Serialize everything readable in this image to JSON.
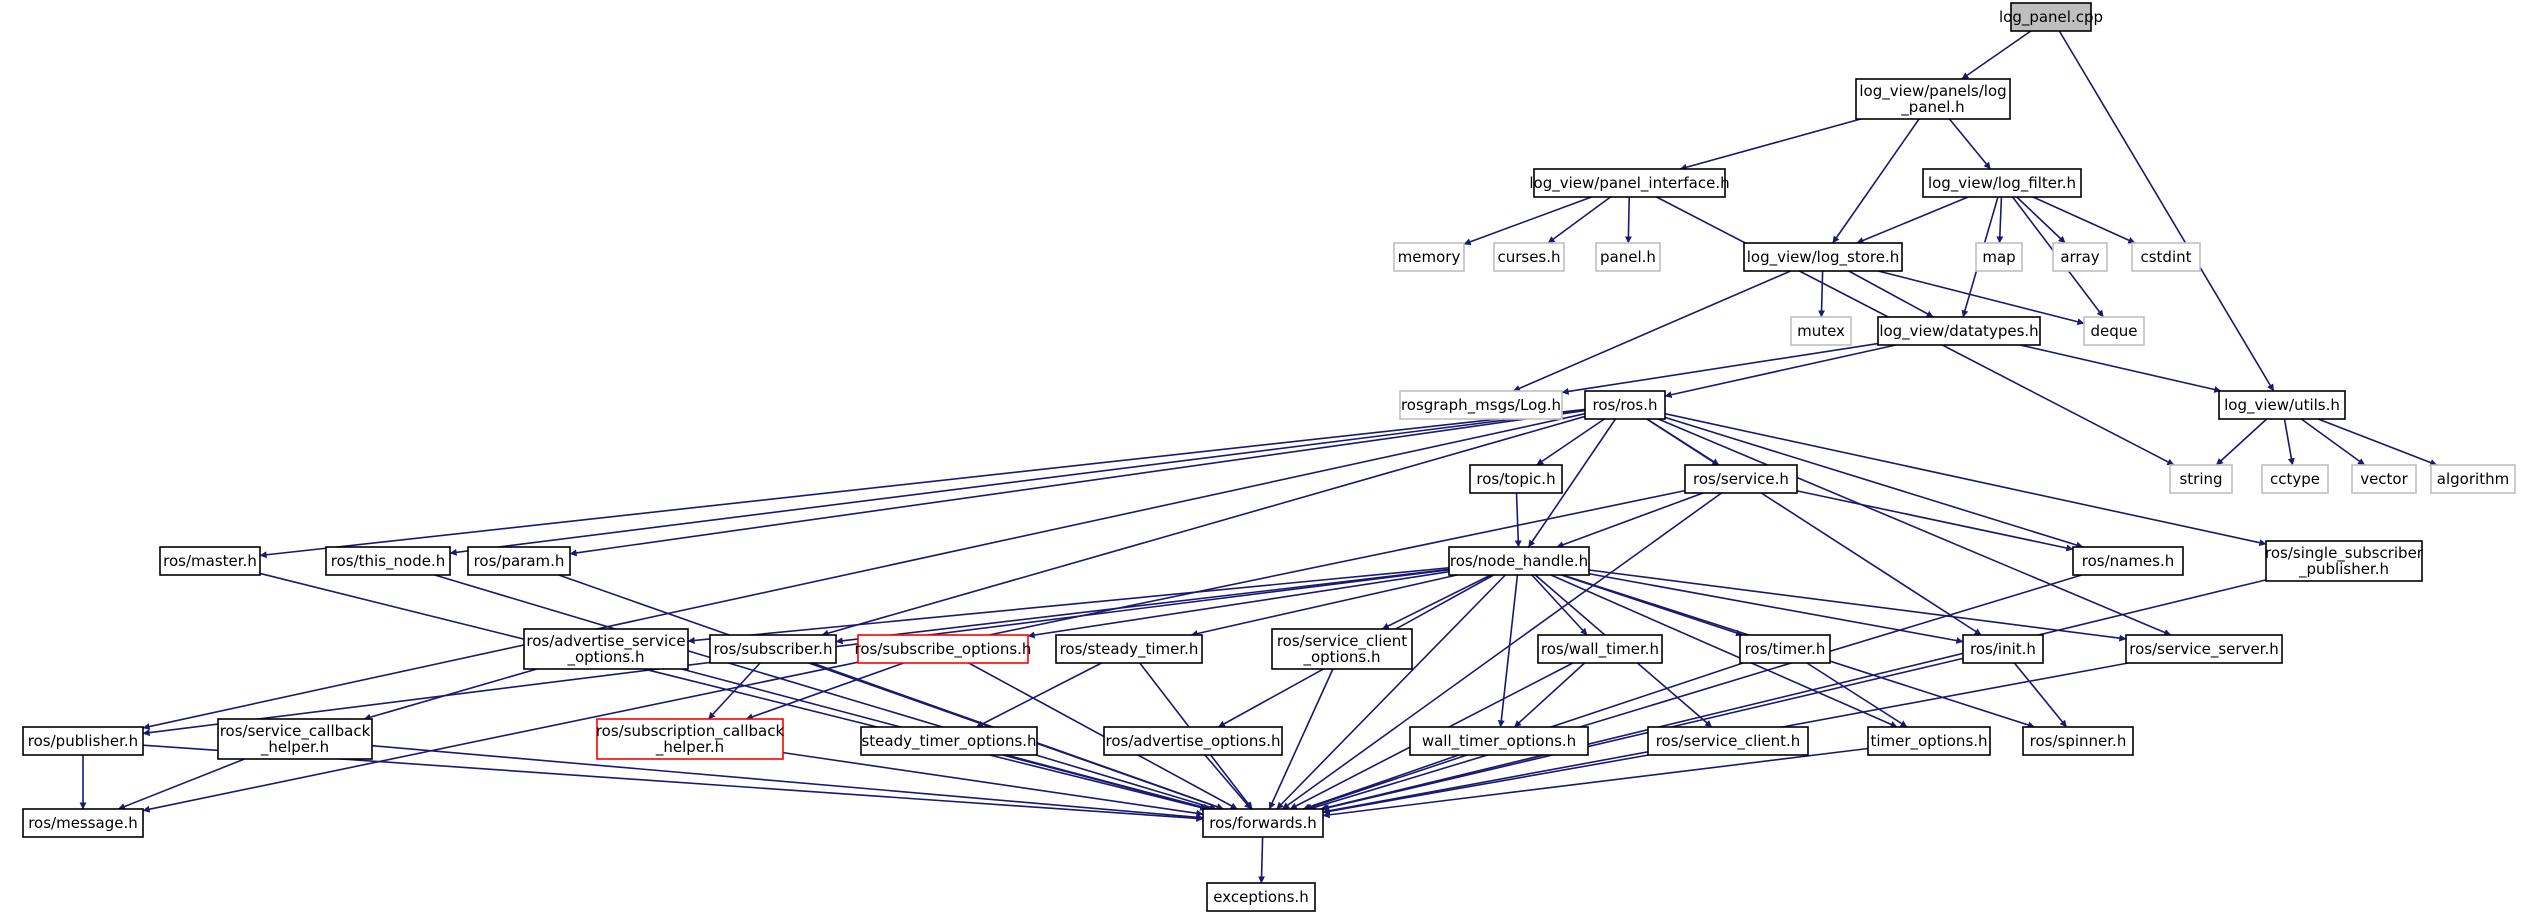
{
  "colors": {
    "edge": "#191970",
    "normal_border": "#000000",
    "system_border": "#bfbfbf",
    "system_text": "#8c8c8c",
    "missing_border": "#ff0000",
    "root_fill": "#bfbfbf"
  },
  "nodes": [
    {
      "id": "log_panel_cpp",
      "lines": [
        "log_panel.cpp"
      ],
      "kind": "root"
    },
    {
      "id": "panels_log_panel_h",
      "lines": [
        "log_view/panels/log",
        "_panel.h"
      ],
      "kind": "normal"
    },
    {
      "id": "panel_interface_h",
      "lines": [
        "log_view/panel_interface.h"
      ],
      "kind": "normal"
    },
    {
      "id": "log_filter_h",
      "lines": [
        "log_view/log_filter.h"
      ],
      "kind": "normal"
    },
    {
      "id": "memory",
      "lines": [
        "memory"
      ],
      "kind": "system"
    },
    {
      "id": "curses_h",
      "lines": [
        "curses.h"
      ],
      "kind": "system"
    },
    {
      "id": "panel_h",
      "lines": [
        "panel.h"
      ],
      "kind": "system"
    },
    {
      "id": "log_store_h",
      "lines": [
        "log_view/log_store.h"
      ],
      "kind": "normal"
    },
    {
      "id": "map",
      "lines": [
        "map"
      ],
      "kind": "system"
    },
    {
      "id": "array",
      "lines": [
        "array"
      ],
      "kind": "system"
    },
    {
      "id": "cstdint",
      "lines": [
        "cstdint"
      ],
      "kind": "system"
    },
    {
      "id": "mutex",
      "lines": [
        "mutex"
      ],
      "kind": "system"
    },
    {
      "id": "datatypes_h",
      "lines": [
        "log_view/datatypes.h"
      ],
      "kind": "normal"
    },
    {
      "id": "deque",
      "lines": [
        "deque"
      ],
      "kind": "system"
    },
    {
      "id": "rosgraph_log_h",
      "lines": [
        "rosgraph_msgs/Log.h"
      ],
      "kind": "system"
    },
    {
      "id": "ros_h",
      "lines": [
        "ros/ros.h"
      ],
      "kind": "normal"
    },
    {
      "id": "utils_h",
      "lines": [
        "log_view/utils.h"
      ],
      "kind": "normal"
    },
    {
      "id": "string",
      "lines": [
        "string"
      ],
      "kind": "system"
    },
    {
      "id": "cctype",
      "lines": [
        "cctype"
      ],
      "kind": "system"
    },
    {
      "id": "vector",
      "lines": [
        "vector"
      ],
      "kind": "system"
    },
    {
      "id": "algorithm",
      "lines": [
        "algorithm"
      ],
      "kind": "system"
    },
    {
      "id": "topic_h",
      "lines": [
        "ros/topic.h"
      ],
      "kind": "normal"
    },
    {
      "id": "service_h",
      "lines": [
        "ros/service.h"
      ],
      "kind": "normal"
    },
    {
      "id": "master_h",
      "lines": [
        "ros/master.h"
      ],
      "kind": "normal"
    },
    {
      "id": "this_node_h",
      "lines": [
        "ros/this_node.h"
      ],
      "kind": "normal"
    },
    {
      "id": "param_h",
      "lines": [
        "ros/param.h"
      ],
      "kind": "normal"
    },
    {
      "id": "node_handle_h",
      "lines": [
        "ros/node_handle.h"
      ],
      "kind": "normal"
    },
    {
      "id": "names_h",
      "lines": [
        "ros/names.h"
      ],
      "kind": "normal"
    },
    {
      "id": "single_sub_pub_h",
      "lines": [
        "ros/single_subscriber",
        "_publisher.h"
      ],
      "kind": "normal"
    },
    {
      "id": "adv_service_opts_h",
      "lines": [
        "ros/advertise_service",
        "_options.h"
      ],
      "kind": "normal"
    },
    {
      "id": "subscriber_h",
      "lines": [
        "ros/subscriber.h"
      ],
      "kind": "normal"
    },
    {
      "id": "subscribe_options_h",
      "lines": [
        "ros/subscribe_options.h"
      ],
      "kind": "missing"
    },
    {
      "id": "steady_timer_h",
      "lines": [
        "ros/steady_timer.h"
      ],
      "kind": "normal"
    },
    {
      "id": "service_client_opts_h",
      "lines": [
        "ros/service_client",
        "_options.h"
      ],
      "kind": "normal"
    },
    {
      "id": "wall_timer_h",
      "lines": [
        "ros/wall_timer.h"
      ],
      "kind": "normal"
    },
    {
      "id": "timer_h",
      "lines": [
        "ros/timer.h"
      ],
      "kind": "normal"
    },
    {
      "id": "init_h",
      "lines": [
        "ros/init.h"
      ],
      "kind": "normal"
    },
    {
      "id": "service_server_h",
      "lines": [
        "ros/service_server.h"
      ],
      "kind": "normal"
    },
    {
      "id": "publisher_h",
      "lines": [
        "ros/publisher.h"
      ],
      "kind": "normal"
    },
    {
      "id": "service_callback_helper_h",
      "lines": [
        "ros/service_callback",
        "_helper.h"
      ],
      "kind": "normal"
    },
    {
      "id": "subscription_callback_helper_h",
      "lines": [
        "ros/subscription_callback",
        "_helper.h"
      ],
      "kind": "missing"
    },
    {
      "id": "steady_timer_options_h",
      "lines": [
        "steady_timer_options.h"
      ],
      "kind": "normal"
    },
    {
      "id": "advertise_options_h",
      "lines": [
        "ros/advertise_options.h"
      ],
      "kind": "normal"
    },
    {
      "id": "wall_timer_options_h",
      "lines": [
        "wall_timer_options.h"
      ],
      "kind": "normal"
    },
    {
      "id": "service_client_h",
      "lines": [
        "ros/service_client.h"
      ],
      "kind": "normal"
    },
    {
      "id": "timer_options_h",
      "lines": [
        "timer_options.h"
      ],
      "kind": "normal"
    },
    {
      "id": "spinner_h",
      "lines": [
        "ros/spinner.h"
      ],
      "kind": "normal"
    },
    {
      "id": "message_h",
      "lines": [
        "ros/message.h"
      ],
      "kind": "normal"
    },
    {
      "id": "forwards_h",
      "lines": [
        "ros/forwards.h"
      ],
      "kind": "normal"
    },
    {
      "id": "exceptions_h",
      "lines": [
        "exceptions.h"
      ],
      "kind": "normal"
    }
  ],
  "edges": [
    [
      "log_panel_cpp",
      "panels_log_panel_h"
    ],
    [
      "log_panel_cpp",
      "utils_h"
    ],
    [
      "panels_log_panel_h",
      "panel_interface_h"
    ],
    [
      "panels_log_panel_h",
      "log_filter_h"
    ],
    [
      "panels_log_panel_h",
      "log_store_h"
    ],
    [
      "panel_interface_h",
      "memory"
    ],
    [
      "panel_interface_h",
      "curses_h"
    ],
    [
      "panel_interface_h",
      "panel_h"
    ],
    [
      "panel_interface_h",
      "string"
    ],
    [
      "log_filter_h",
      "log_store_h"
    ],
    [
      "log_filter_h",
      "datatypes_h"
    ],
    [
      "log_filter_h",
      "map"
    ],
    [
      "log_filter_h",
      "array"
    ],
    [
      "log_filter_h",
      "cstdint"
    ],
    [
      "log_filter_h",
      "deque"
    ],
    [
      "log_store_h",
      "rosgraph_log_h"
    ],
    [
      "log_store_h",
      "mutex"
    ],
    [
      "log_store_h",
      "datatypes_h"
    ],
    [
      "log_store_h",
      "deque"
    ],
    [
      "datatypes_h",
      "rosgraph_log_h"
    ],
    [
      "datatypes_h",
      "ros_h"
    ],
    [
      "datatypes_h",
      "utils_h"
    ],
    [
      "utils_h",
      "string"
    ],
    [
      "utils_h",
      "cctype"
    ],
    [
      "utils_h",
      "vector"
    ],
    [
      "utils_h",
      "algorithm"
    ],
    [
      "ros_h",
      "topic_h"
    ],
    [
      "ros_h",
      "service_h"
    ],
    [
      "ros_h",
      "master_h"
    ],
    [
      "ros_h",
      "this_node_h"
    ],
    [
      "ros_h",
      "param_h"
    ],
    [
      "ros_h",
      "node_handle_h"
    ],
    [
      "ros_h",
      "names_h"
    ],
    [
      "ros_h",
      "single_sub_pub_h"
    ],
    [
      "ros_h",
      "publisher_h"
    ],
    [
      "ros_h",
      "subscriber_h"
    ],
    [
      "ros_h",
      "init_h"
    ],
    [
      "ros_h",
      "service_server_h"
    ],
    [
      "topic_h",
      "node_handle_h"
    ],
    [
      "service_h",
      "node_handle_h"
    ],
    [
      "service_h",
      "names_h"
    ],
    [
      "service_h",
      "message_h"
    ],
    [
      "service_h",
      "forwards_h"
    ],
    [
      "master_h",
      "forwards_h"
    ],
    [
      "this_node_h",
      "forwards_h"
    ],
    [
      "param_h",
      "forwards_h"
    ],
    [
      "names_h",
      "forwards_h"
    ],
    [
      "single_sub_pub_h",
      "forwards_h"
    ],
    [
      "node_handle_h",
      "adv_service_opts_h"
    ],
    [
      "node_handle_h",
      "subscriber_h"
    ],
    [
      "node_handle_h",
      "subscribe_options_h"
    ],
    [
      "node_handle_h",
      "steady_timer_h"
    ],
    [
      "node_handle_h",
      "service_client_opts_h"
    ],
    [
      "node_handle_h",
      "wall_timer_h"
    ],
    [
      "node_handle_h",
      "timer_h"
    ],
    [
      "node_handle_h",
      "init_h"
    ],
    [
      "node_handle_h",
      "service_server_h"
    ],
    [
      "node_handle_h",
      "publisher_h"
    ],
    [
      "node_handle_h",
      "advertise_options_h"
    ],
    [
      "node_handle_h",
      "wall_timer_options_h"
    ],
    [
      "node_handle_h",
      "service_client_h"
    ],
    [
      "node_handle_h",
      "timer_options_h"
    ],
    [
      "node_handle_h",
      "spinner_h"
    ],
    [
      "node_handle_h",
      "forwards_h"
    ],
    [
      "adv_service_opts_h",
      "service_callback_helper_h"
    ],
    [
      "adv_service_opts_h",
      "forwards_h"
    ],
    [
      "subscriber_h",
      "subscription_callback_helper_h"
    ],
    [
      "subscriber_h",
      "forwards_h"
    ],
    [
      "subscribe_options_h",
      "subscription_callback_helper_h"
    ],
    [
      "subscribe_options_h",
      "forwards_h"
    ],
    [
      "steady_timer_h",
      "steady_timer_options_h"
    ],
    [
      "steady_timer_h",
      "forwards_h"
    ],
    [
      "service_client_opts_h",
      "forwards_h"
    ],
    [
      "wall_timer_h",
      "wall_timer_options_h"
    ],
    [
      "wall_timer_h",
      "forwards_h"
    ],
    [
      "timer_h",
      "timer_options_h"
    ],
    [
      "timer_h",
      "forwards_h"
    ],
    [
      "init_h",
      "spinner_h"
    ],
    [
      "init_h",
      "forwards_h"
    ],
    [
      "service_server_h",
      "forwards_h"
    ],
    [
      "publisher_h",
      "message_h"
    ],
    [
      "publisher_h",
      "forwards_h"
    ],
    [
      "service_callback_helper_h",
      "message_h"
    ],
    [
      "service_callback_helper_h",
      "forwards_h"
    ],
    [
      "subscription_callback_helper_h",
      "forwards_h"
    ],
    [
      "steady_timer_options_h",
      "forwards_h"
    ],
    [
      "advertise_options_h",
      "forwards_h"
    ],
    [
      "wall_timer_options_h",
      "forwards_h"
    ],
    [
      "service_client_h",
      "forwards_h"
    ],
    [
      "timer_options_h",
      "forwards_h"
    ],
    [
      "forwards_h",
      "exceptions_h"
    ]
  ]
}
